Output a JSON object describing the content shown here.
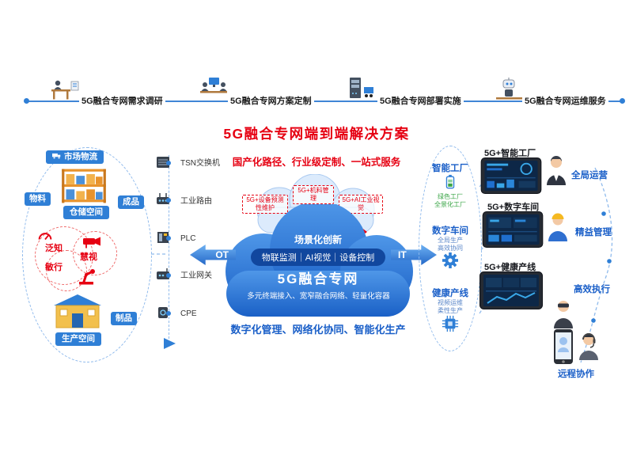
{
  "colors": {
    "accent_red": "#e60012",
    "primary_blue": "#1a5fc8",
    "pill_blue": "#2f7fd6",
    "green": "#3aa546"
  },
  "icons": [
    "survey-icon",
    "design-icon",
    "deploy-icon",
    "service-icon",
    "truck-icon",
    "storage-rack-icon",
    "factory-building-icon",
    "gauge-icon",
    "cctv-camera-icon",
    "robot-arm-icon",
    "switch-icon",
    "router-icon",
    "plc-icon",
    "gateway-icon",
    "cpe-icon",
    "battery-icon",
    "gear-icon",
    "chip-icon",
    "tablet-screen",
    "suit-person-icon",
    "worker-person-icon",
    "vr-person-icon",
    "headset-person-icon",
    "phone-icon"
  ],
  "timeline": {
    "steps": [
      {
        "label": "5G融合专网需求调研"
      },
      {
        "label": "5G融合专网方案定制"
      },
      {
        "label": "5G融合专网部署实施"
      },
      {
        "label": "5G融合专网运维服务"
      }
    ]
  },
  "header": {
    "title": "5G融合专网端到端解决方案",
    "subtitle": "国产化路径、行业级定制、一站式服务"
  },
  "factory_loop": {
    "market_logistics": "市场物流",
    "warehouse": "仓储空间",
    "materials": "物料",
    "finished_goods": "成品",
    "sense": "泛知",
    "vision": "慧视",
    "action": "敏行",
    "production": "生产空间",
    "products": "制品"
  },
  "device_chain": {
    "items": [
      {
        "label": "TSN交换机"
      },
      {
        "label": "工业路由"
      },
      {
        "label": "PLC"
      },
      {
        "label": "工业网关"
      },
      {
        "label": "CPE"
      }
    ]
  },
  "cloud": {
    "app_tags": [
      "5G+设备预测性维护",
      "5G+机料管理",
      "5G+AI工业视觉"
    ],
    "innovation": "场景化创新",
    "capabilities": "物联监测｜AI视觉｜设备控制",
    "core_title": "5G融合专网",
    "features": "多元终端接入、宽窄融合网络、轻量化容器",
    "ot": "OT",
    "it": "IT",
    "bottom_text": "数字化管理、网络化协同、智能化生产"
  },
  "scenario_loop": {
    "sections": [
      {
        "title": "智能工厂",
        "line1": "绿色工厂",
        "line2": "全景化工厂"
      },
      {
        "title": "数字车间",
        "line1": "全局生产",
        "line2": "高效协同"
      },
      {
        "title": "健康产线",
        "line1": "视频运维",
        "line2": "柔性生产"
      }
    ]
  },
  "results": {
    "panels": [
      {
        "title": "5G+智能工厂",
        "benefit": "全局运营"
      },
      {
        "title": "5G+数字车间",
        "benefit": "精益管理"
      },
      {
        "title": "5G+健康产线",
        "benefit": "高效执行"
      }
    ],
    "remote": "远程协作"
  }
}
